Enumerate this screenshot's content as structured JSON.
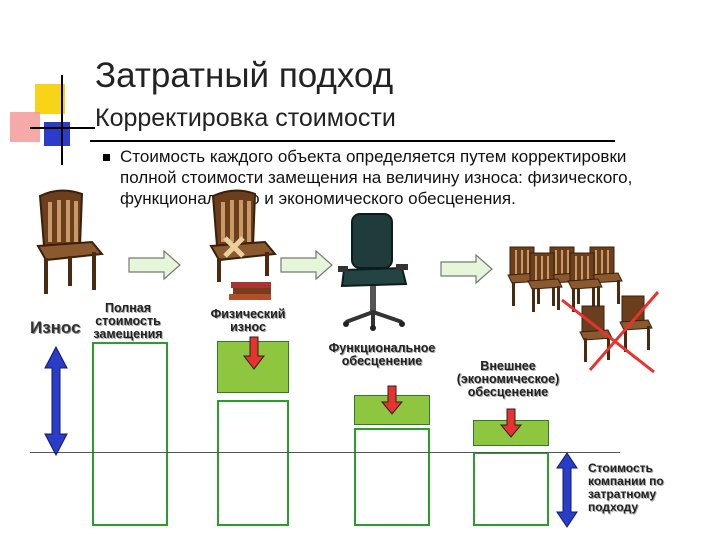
{
  "slide": {
    "title": "Затратный подход",
    "subtitle": "Корректировка стоимости",
    "bullet": "Стоимость каждого объекта определяется путем корректировки полной стоимости замещения на величину износа: физического, функционального и экономического обесценения."
  },
  "labels": {
    "iznos": "Износ",
    "full_cost": "Полная стоимость замещения",
    "physical": "Физический износ",
    "functional": "Функциональное обесценение",
    "external": "Внешнее (экономическое) обесценение",
    "company_cost": "Стоимость компании по затратному подходу"
  },
  "colors": {
    "accent_yellow": "#f7d417",
    "accent_red": "#e8322f",
    "accent_blue": "#2a3dc8",
    "bar_border": "#2c9c2c",
    "green_fill": "#8ec63f",
    "arrow_fill": "#e6f6d8"
  },
  "icons": [
    "chair-icon",
    "broken-chair-icon",
    "office-chair-icon",
    "chairs-group-icon",
    "crossed-chairs-icon",
    "right-arrow-icon",
    "down-arrow-icon",
    "double-arrow-icon"
  ]
}
